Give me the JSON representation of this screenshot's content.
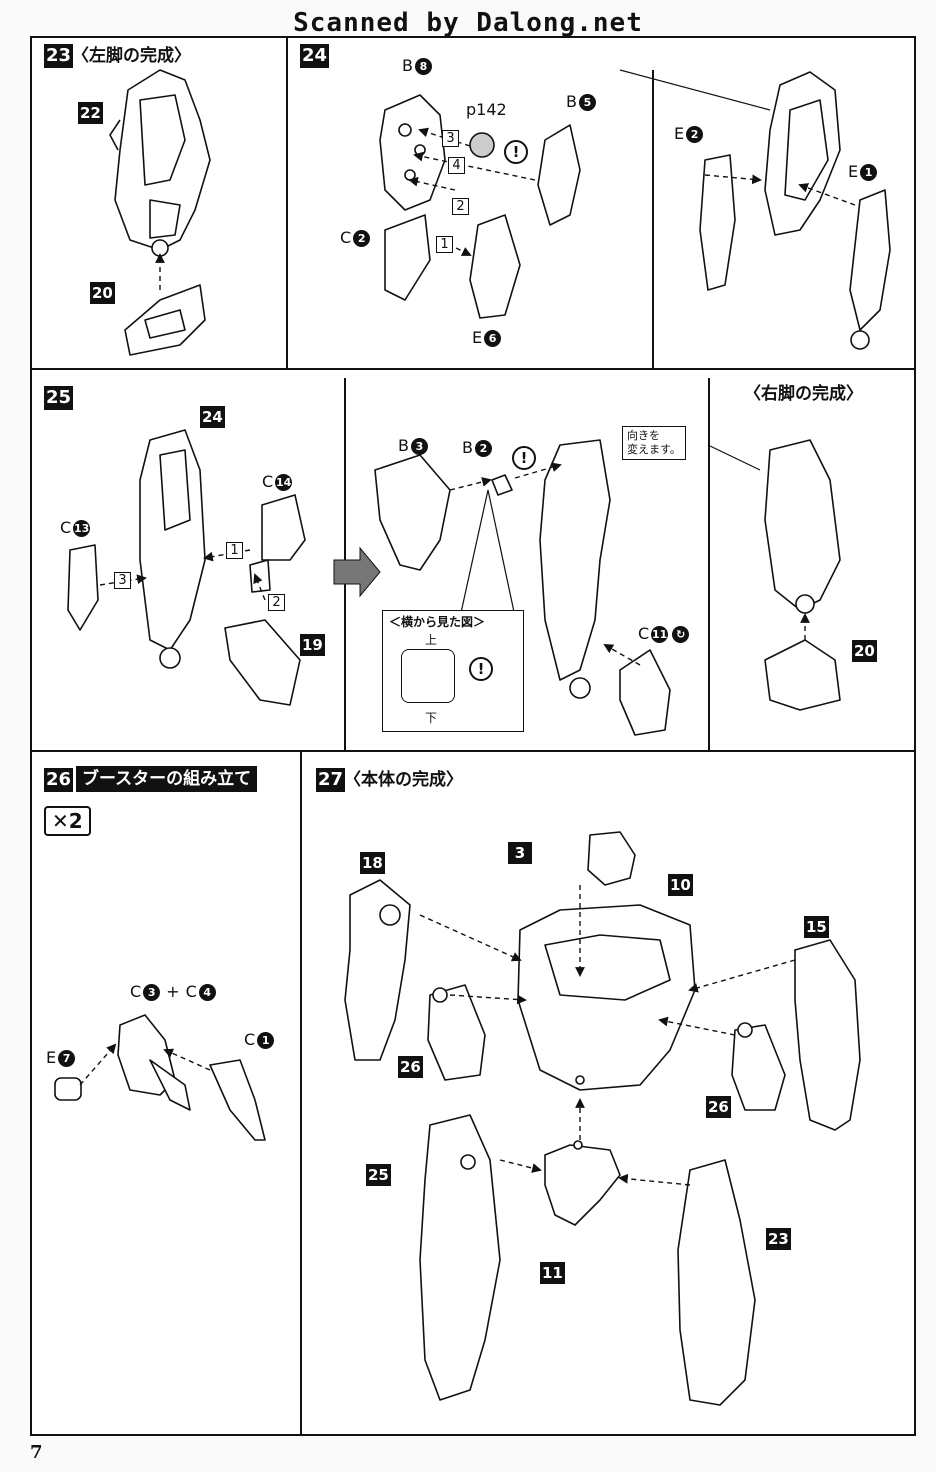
{
  "header": {
    "scan_credit": "Scanned by Dalong.net"
  },
  "page_number": "7",
  "steps": {
    "s23": {
      "num": "23",
      "title": "〈左脚の完成〉",
      "refs": [
        "22",
        "20"
      ]
    },
    "s24": {
      "num": "24",
      "page_ref": "p142",
      "parts": {
        "b8": "B",
        "b8n": "8",
        "b5": "B",
        "b5n": "5",
        "c2": "C",
        "c2n": "2",
        "e6": "E",
        "e6n": "6",
        "e2": "E",
        "e2n": "2",
        "e1": "E",
        "e1n": "1"
      },
      "order": [
        "1",
        "2",
        "3",
        "4"
      ]
    },
    "s25": {
      "num": "25",
      "refs": [
        "24",
        "19",
        "20"
      ],
      "parts": {
        "c14": "C",
        "c14n": "14",
        "c13": "C",
        "c13n": "13",
        "b3": "B",
        "b3n": "3",
        "b2": "B",
        "b2n": "2",
        "c11": "C",
        "c11n": "11"
      },
      "order": [
        "1",
        "2",
        "3"
      ],
      "note": "向きを\n変えます。",
      "side_view_title": "＜横から見た図＞",
      "side_view_top": "上",
      "side_view_bottom": "下",
      "complete_title": "〈右脚の完成〉"
    },
    "s26": {
      "num": "26",
      "title": "ブースターの組み立て",
      "multiplier": "✕2",
      "parts": {
        "c3": "C",
        "c3n": "3",
        "plus": "+",
        "c4": "C",
        "c4n": "4",
        "c1": "C",
        "c1n": "1",
        "e7": "E",
        "e7n": "7"
      }
    },
    "s27": {
      "num": "27",
      "title": "〈本体の完成〉",
      "refs": {
        "r18": "18",
        "r3": "3",
        "r10": "10",
        "r15": "15",
        "r26a": "26",
        "r26b": "26",
        "r25": "25",
        "r11": "11",
        "r23": "23"
      }
    }
  },
  "warning_symbol": "!",
  "colors": {
    "ink": "#111111",
    "paper": "#ffffff",
    "shadow": "#cfcfcf"
  }
}
